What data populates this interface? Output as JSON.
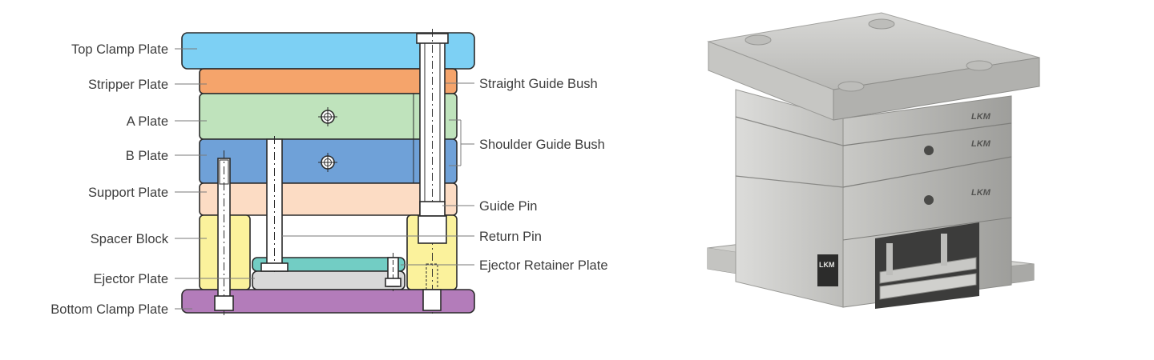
{
  "diagram": {
    "left_labels": [
      "Top Clamp Plate",
      "Stripper Plate",
      "A Plate",
      "B Plate",
      "Support Plate",
      "Spacer Block",
      "Ejector Plate",
      "Bottom Clamp Plate"
    ],
    "right_labels": [
      "Straight Guide Bush",
      "Shoulder Guide Bush",
      "Guide Pin",
      "Return Pin",
      "Ejector Retainer Plate"
    ],
    "colors": {
      "top_clamp": "#7dd0f4",
      "stripper": "#f5a46b",
      "a_plate": "#bfe3bc",
      "b_plate": "#6fa1d8",
      "support": "#fcdcc4",
      "spacer": "#fbf29c",
      "ejector_retainer": "#72cdc4",
      "ejector": "#d8d8d8",
      "bottom_clamp": "#b37cba"
    }
  },
  "photo": {
    "brand_marks": [
      "LKM",
      "LKM",
      "LKM",
      "LKM"
    ]
  }
}
